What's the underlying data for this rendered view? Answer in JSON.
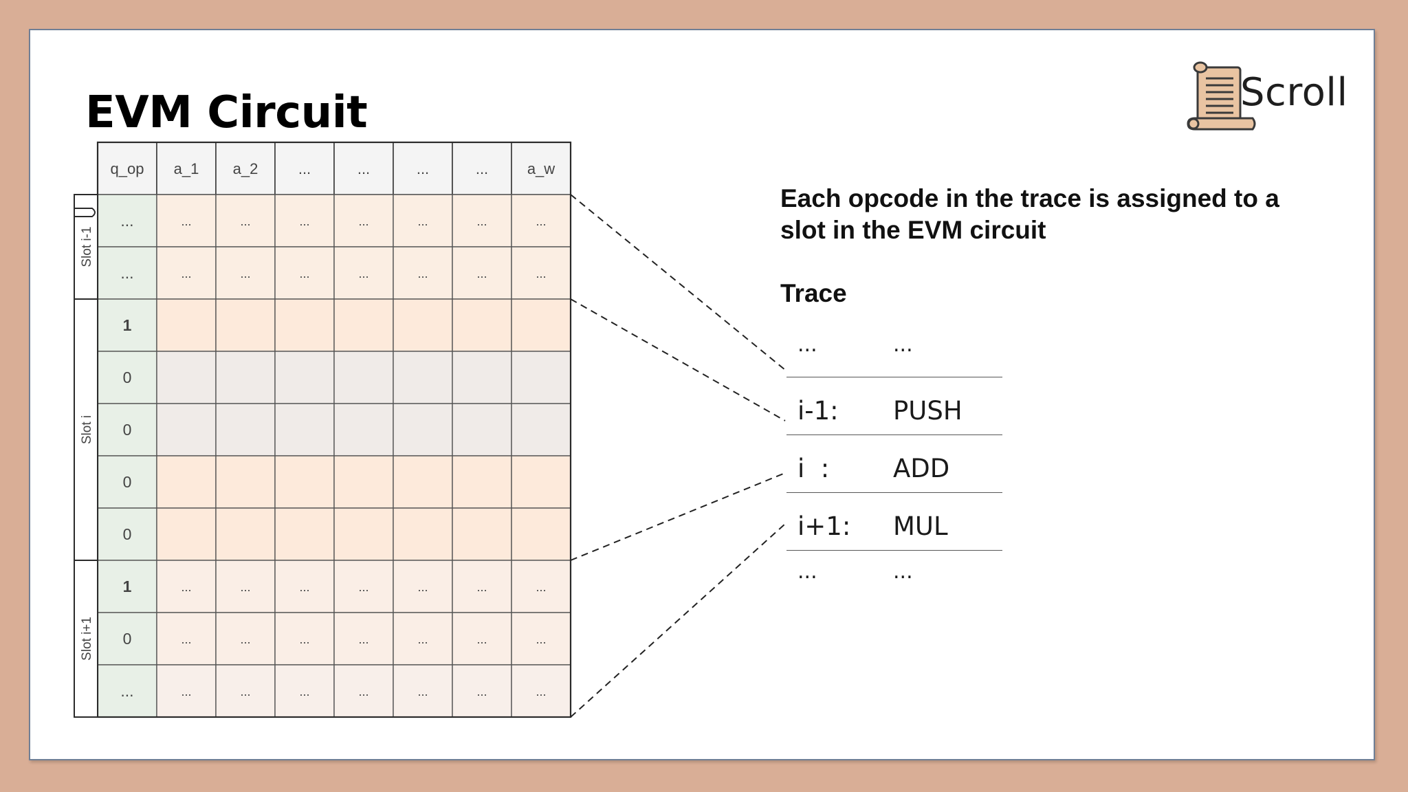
{
  "title": "EVM Circuit",
  "logo": {
    "text": "Scroll",
    "icon": "scroll-icon"
  },
  "description": "Each opcode in the trace is assigned to a slot in the EVM circuit",
  "trace": {
    "heading": "Trace",
    "rows": [
      {
        "index": "...",
        "opcode": "..."
      },
      {
        "index": "i-1:",
        "opcode": "PUSH"
      },
      {
        "index": "i  :",
        "opcode": "ADD"
      },
      {
        "index": "i+1:",
        "opcode": "MUL"
      },
      {
        "index": "...",
        "opcode": "..."
      }
    ]
  },
  "table": {
    "headers": [
      "q_op",
      "a_1",
      "a_2",
      "...",
      "...",
      "...",
      "...",
      "a_w"
    ],
    "rows": [
      {
        "q_op": "...",
        "cells": "...",
        "style": "prev"
      },
      {
        "q_op": "...",
        "cells": "...",
        "style": "prev"
      },
      {
        "q_op": "1",
        "cells": "",
        "style": "active",
        "bold": true
      },
      {
        "q_op": "0",
        "cells": "",
        "style": "gray"
      },
      {
        "q_op": "0",
        "cells": "",
        "style": "gray"
      },
      {
        "q_op": "0",
        "cells": "",
        "style": "active"
      },
      {
        "q_op": "0",
        "cells": "",
        "style": "active"
      },
      {
        "q_op": "1",
        "cells": "...",
        "style": "next",
        "bold": true
      },
      {
        "q_op": "0",
        "cells": "...",
        "style": "next"
      },
      {
        "q_op": "...",
        "cells": "...",
        "style": "last"
      }
    ],
    "slot_labels": [
      "Slot i-1",
      "Slot i",
      "Slot i+1"
    ]
  },
  "colors": {
    "background": "#d9ae96",
    "header": "#f4f4f4",
    "qop_column": "#e8f0e7",
    "row_prev": "#fbeee3",
    "row_active": "#fdeadb",
    "row_gray": "#f0ebe8",
    "row_next": "#faeee6",
    "row_last": "#f8efea"
  }
}
